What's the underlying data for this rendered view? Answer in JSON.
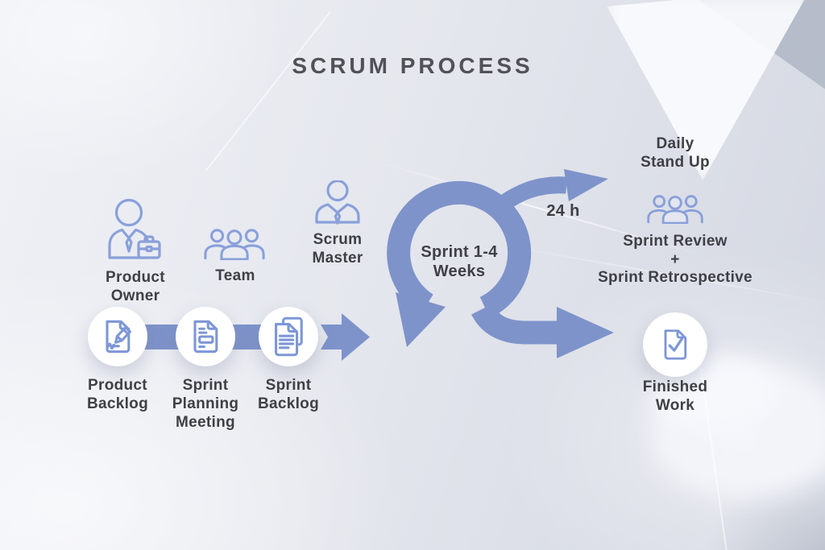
{
  "title": "SCRUM PROCESS",
  "colors": {
    "arrow": "#7e93ca",
    "icon_stroke": "#89a0da",
    "label_text": "#3e4045",
    "title_text": "#515258",
    "circle_fill": "#ffffff"
  },
  "actors": {
    "product_owner": {
      "lines": [
        "Product",
        "Owner"
      ],
      "icon": "business-person-briefcase-icon"
    },
    "team": {
      "lines": [
        "Team"
      ],
      "icon": "team-icon"
    },
    "scrum_master": {
      "lines": [
        "Scrum",
        "Master"
      ],
      "icon": "business-person-icon"
    }
  },
  "loop": {
    "label_lines": [
      "Sprint 1-4",
      "Weeks"
    ],
    "branch_label": "24 h"
  },
  "events": {
    "daily_standup": {
      "lines": [
        "Daily",
        "Stand Up"
      ]
    },
    "review_retrospective": {
      "lines": [
        "Sprint Review",
        "+",
        "Sprint Retrospective"
      ]
    }
  },
  "artifacts": {
    "product_backlog": {
      "lines": [
        "Product",
        "Backlog"
      ],
      "icon": "document-edit-icon"
    },
    "sprint_planning_meeting": {
      "lines": [
        "Sprint",
        "Planning",
        "Meeting"
      ],
      "icon": "document-form-icon"
    },
    "sprint_backlog": {
      "lines": [
        "Sprint",
        "Backlog"
      ],
      "icon": "documents-stack-icon"
    },
    "finished_work": {
      "lines": [
        "Finished",
        "Work"
      ],
      "icon": "document-check-icon"
    }
  }
}
